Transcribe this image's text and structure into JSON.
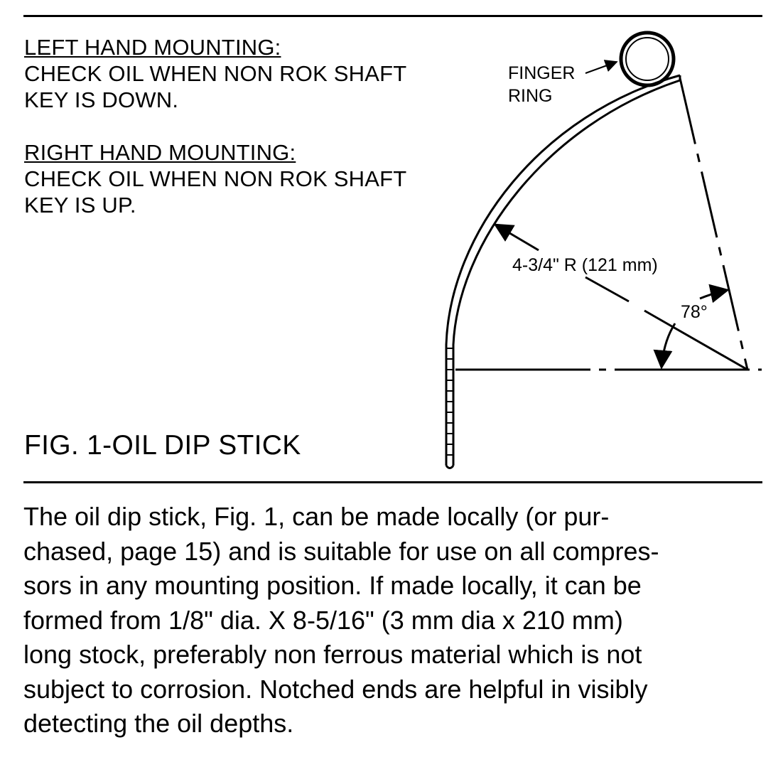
{
  "left_mounting": {
    "heading": "LEFT HAND MOUNTING:",
    "lines": [
      "CHECK OIL WHEN NON ROK SHAFT",
      "KEY IS DOWN."
    ]
  },
  "right_mounting": {
    "heading": "RIGHT HAND MOUNTING:",
    "lines": [
      "CHECK OIL WHEN NON ROK SHAFT",
      "KEY IS UP."
    ]
  },
  "diagram": {
    "finger_ring_label": [
      "FINGER",
      "RING"
    ],
    "radius_label": "4-3/4\" R (121 mm)",
    "angle_label": "78°"
  },
  "figure_title": "FIG. 1-OIL DIP STICK",
  "body_lines": [
    "The oil dip stick, Fig. 1, can be made locally (or pur-",
    "chased, page 15) and is suitable for use on all compres-",
    "sors in any mounting position. If made locally, it can be",
    "formed from 1/8\" dia. X 8-5/16\" (3 mm dia x 210 mm)",
    "long stock, preferably non ferrous material which is not",
    "subject to corrosion. Notched ends are helpful in visibly",
    "detecting the oil depths."
  ]
}
